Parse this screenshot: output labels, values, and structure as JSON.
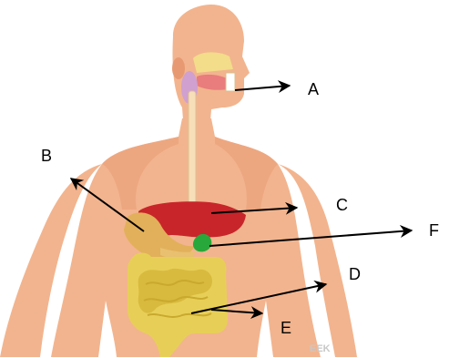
{
  "labels": {
    "a": "A",
    "b": "B",
    "c": "C",
    "d": "D",
    "e": "E",
    "f": "F"
  },
  "colors": {
    "skin": "#f2b48e",
    "skin_shade": "#e79a72",
    "liver": "#c8252a",
    "stomach": "#e2b05a",
    "gallbladder": "#28a83a",
    "intestine": "#e7cf57",
    "salivary": "#cfa0d0",
    "arrow": "#000000"
  }
}
